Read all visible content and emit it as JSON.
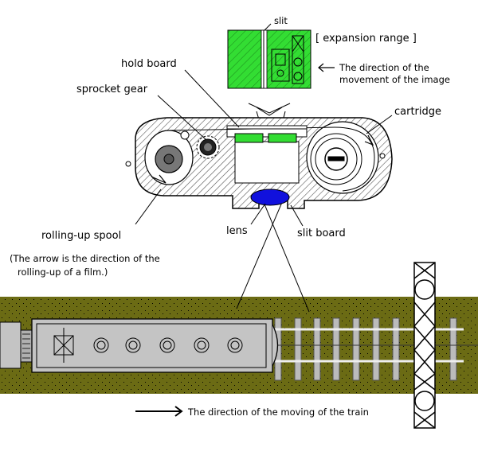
{
  "labels": {
    "slit": "slit",
    "expansion_range": "[ expansion range ]",
    "hold_board": "hold board",
    "image_direction_line1": "The direction of the",
    "image_direction_line2": "movement of the image",
    "sprocket_gear": "sprocket gear",
    "cartridge": "cartridge",
    "rolling_up_spool": "rolling-up spool",
    "lens": "lens",
    "slit_board": "slit board",
    "arrow_note_line1": "(The arrow is the direction of the",
    "arrow_note_line2": "rolling-up of a film.)",
    "train_direction": "The direction of the moving of the train"
  },
  "colors": {
    "image_green": "#33dd33",
    "ground_olive": "#6b6b14",
    "lens_blue": "#1111dd",
    "train_gray": "#c4c4c4",
    "camera_gray": "#7a7a7a"
  }
}
